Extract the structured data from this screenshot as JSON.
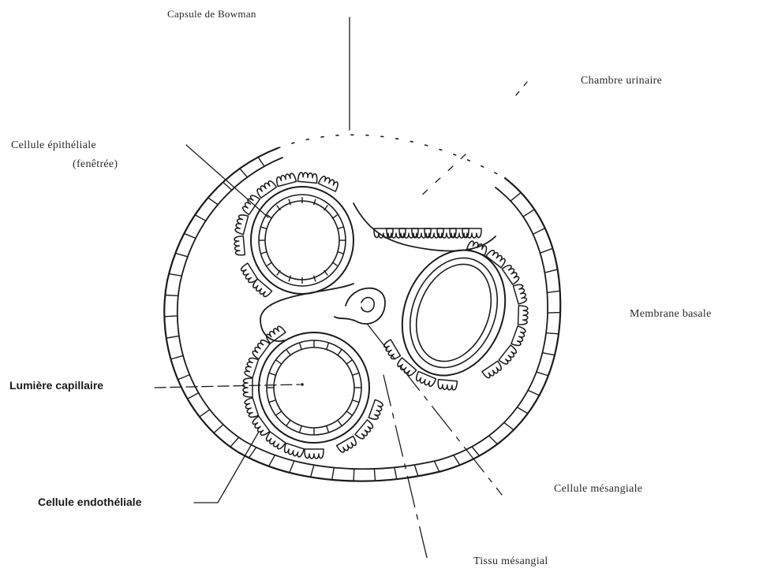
{
  "labels": {
    "capsule": "Capsule de Bowman",
    "chamber": "Chambre urinaire",
    "epithelial_line1": "Cellule épithéliale",
    "epithelial_line2": "(fenêtrée)",
    "basal_membrane": "Membrane basale",
    "capillary_lumen": "Lumière capillaire",
    "endothelial": "Cellule endothéliale",
    "mesangial_cell": "Cellule mésangiale",
    "mesangial_tissue": "Tissu mésangial"
  },
  "colors": {
    "ink": "#1c1c1c",
    "paper": "#ffffff"
  }
}
